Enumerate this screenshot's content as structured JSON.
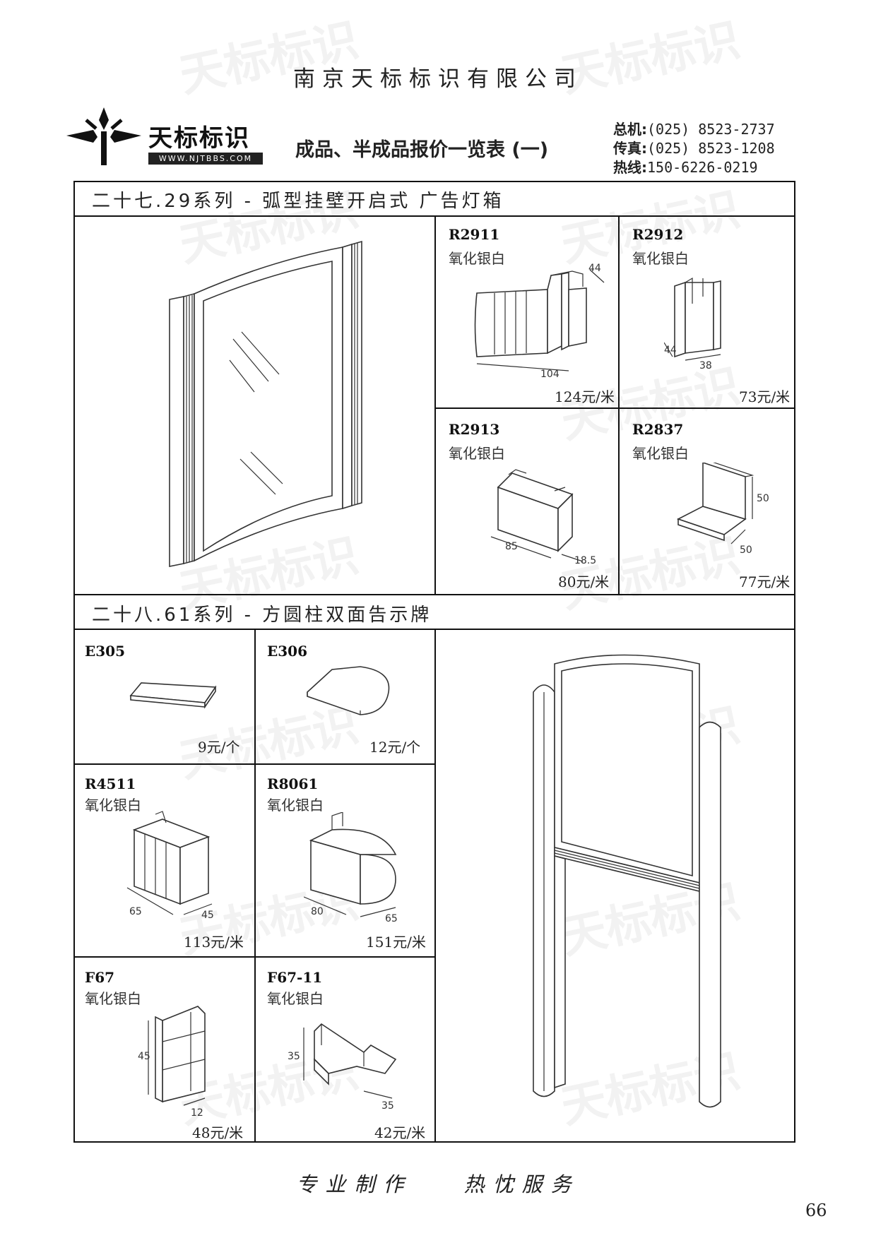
{
  "header": {
    "company": "南京天标标识有限公司",
    "logo_text": "天标标识",
    "logo_url": "WWW.NJTBBS.COM",
    "doc_title": "成品、半成品报价一览表 (一)",
    "contacts": [
      {
        "label": "总机:",
        "value": "(025) 8523-2737"
      },
      {
        "label": "传真:",
        "value": "(025) 8523-1208"
      },
      {
        "label": "热线:",
        "value": "150-6226-0219"
      }
    ]
  },
  "section1": {
    "title": "二十七.29系列 - 弧型挂壁开启式 广告灯箱",
    "products": [
      {
        "code": "R2911",
        "color": "氧化银白",
        "price": "124元/米",
        "dims": [
          "44",
          "104"
        ]
      },
      {
        "code": "R2912",
        "color": "氧化银白",
        "price": "73元/米",
        "dims": [
          "44",
          "38"
        ]
      },
      {
        "code": "R2913",
        "color": "氧化银白",
        "price": "80元/米",
        "dims": [
          "85",
          "18.5"
        ]
      },
      {
        "code": "R2837",
        "color": "氧化银白",
        "price": "77元/米",
        "dims": [
          "50",
          "50"
        ]
      }
    ]
  },
  "section2": {
    "title": "二十八.61系列 - 方圆柱双面告示牌",
    "products": [
      {
        "code": "E305",
        "color": "",
        "price": "9元/个",
        "dims": []
      },
      {
        "code": "E306",
        "color": "",
        "price": "12元/个",
        "dims": []
      },
      {
        "code": "R4511",
        "color": "氧化银白",
        "price": "113元/米",
        "dims": [
          "65",
          "45"
        ]
      },
      {
        "code": "R8061",
        "color": "氧化银白",
        "price": "151元/米",
        "dims": [
          "80",
          "65"
        ]
      },
      {
        "code": "F67",
        "color": "氧化银白",
        "price": "48元/米",
        "dims": [
          "45",
          "12"
        ]
      },
      {
        "code": "F67-11",
        "color": "氧化银白",
        "price": "42元/米",
        "dims": [
          "35",
          "35"
        ]
      }
    ]
  },
  "footer": {
    "slogan_left": "专业制作",
    "slogan_right": "热忱服务",
    "page_number": "66"
  }
}
